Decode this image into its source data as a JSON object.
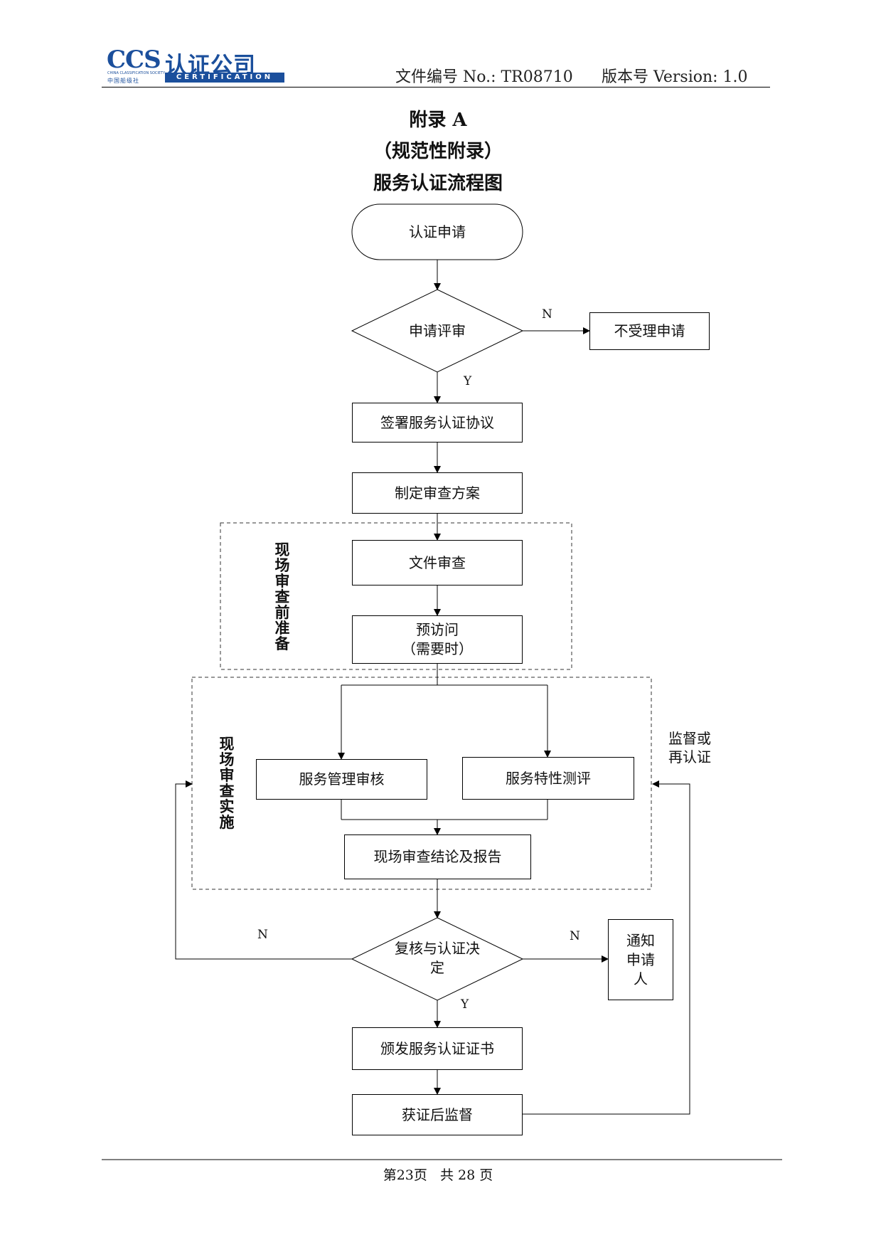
{
  "header": {
    "logo_ccs": "CCS",
    "logo_cn": "认证公司",
    "logo_sub_en": "CHINA CLASSIFICATION SOCIETY",
    "logo_sub_cn": "中国船级社",
    "logo_certification": "CERTIFICATION",
    "doc_number": "文件编号 No.: TR08710",
    "version": "版本号 Version: 1.0",
    "brand_color": "#1b4f9c"
  },
  "titles": {
    "appendix": "附录 A",
    "normative": "（规范性附录）",
    "flowchart_title": "服务认证流程图"
  },
  "flowchart": {
    "apply": "认证申请",
    "review": "申请评审",
    "reject": "不受理申请",
    "sign": "签署服务认证协议",
    "plan": "制定审查方案",
    "doc_review": "文件审查",
    "pre_visit_line1": "预访问",
    "pre_visit_line2": "（需要时）",
    "mgmt_audit": "服务管理审核",
    "char_eval": "服务特性测评",
    "onsite_report": "现场审查结论及报告",
    "decision_line1": "复核与认证决",
    "decision_line2": "定",
    "notify_line1": "通知",
    "notify_line2": "申请",
    "notify_line3": "人",
    "issue_cert": "颁发服务认证证书",
    "surveillance": "获证后监督",
    "group_pre_label": "现场审查前准备",
    "group_onsite_label": "现场审查实施",
    "side_label_line1": "监督或",
    "side_label_line2": "再认证",
    "n_review": "N",
    "y_review": "Y",
    "n_left": "N",
    "n_right": "N",
    "y_decision": "Y"
  },
  "footer": {
    "page": "第23页   共 28 页"
  }
}
